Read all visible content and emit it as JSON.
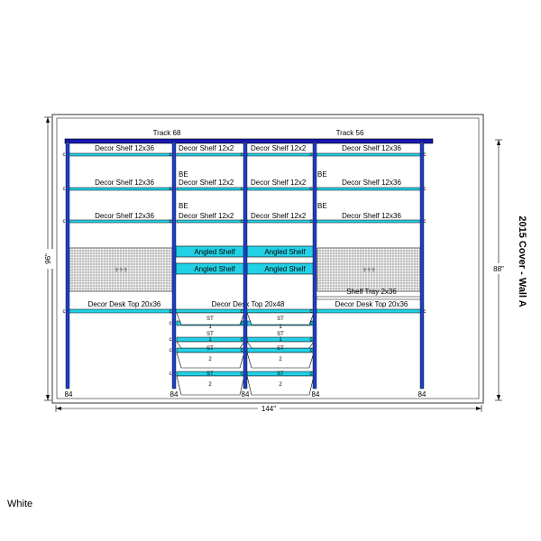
{
  "title": "2015 Cover - Wall A",
  "finish": "White",
  "colors": {
    "upright": "#1e3fc4",
    "track": "#1818b0",
    "shelf": "#22d1e6",
    "outline": "#000000",
    "mesh": "#555555"
  },
  "dimensions": {
    "width": "144\"",
    "upright_height": "96\"",
    "wall_height": "88\""
  },
  "tracks": [
    {
      "id": "track-left",
      "label": "Track 68"
    },
    {
      "id": "track-right",
      "label": "Track 56"
    }
  ],
  "upright_labels": [
    "84",
    "84",
    "84",
    "84",
    "84"
  ],
  "bay_labels": {
    "be_1": "BE",
    "be_2": "BE",
    "be_3": "BE",
    "be_4": "BE"
  },
  "shelves": {
    "decor_12x36": "Decor Shelf 12x36",
    "decor_12x2": "Decor Shelf 12x2",
    "angled": "Angled Shelf",
    "desk_20x36": "Decor Desk Top 20x36",
    "desk_20x48": "Decor Desk Top 20x48",
    "shelf_tray": "Shelf Tray 2x36",
    "mesh_label": "? ? ?"
  },
  "drawers": {
    "st": "ST",
    "one": "1",
    "two": "2"
  }
}
